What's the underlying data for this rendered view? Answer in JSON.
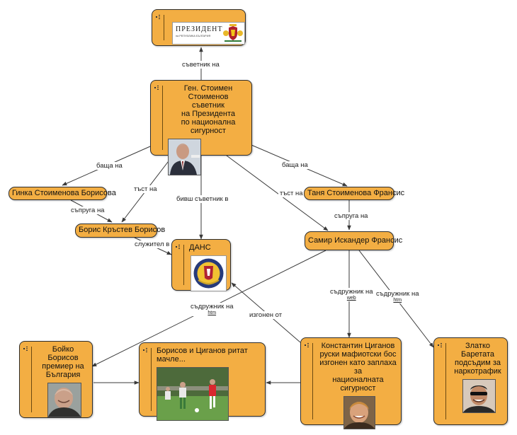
{
  "nodes": {
    "president": {
      "logo_title": "ПРЕЗИДЕНТ",
      "logo_subtitle": "на РЕПУБЛИКА БЪЛГАРИЯ"
    },
    "stoimenov": {
      "label": "Ген. Стоимен Стоименов\nсъветник\nна Президента\nпо национална сигурност"
    },
    "ginka": {
      "label": "Гинка Стоименова Борисова"
    },
    "tanya": {
      "label": "Таня Стоименова Франсис"
    },
    "boris_b": {
      "label": "Борис Кръстев Борисов"
    },
    "dans": {
      "label": "ДАНС"
    },
    "samir": {
      "label": "Самир Искандер Франсис"
    },
    "boyko": {
      "label": "Бойко Борисов\nпремиер на\nБългария"
    },
    "match": {
      "label": "Борисов и Циганов ритат мачле..."
    },
    "tsiganov": {
      "label": "Константин Циганов\nруски мафиотски бос\nизгонен като заплаха за\nнационалната сигурност"
    },
    "zlatko": {
      "label": "Златко Баретата\nподсъдим за\nнаркотрафик"
    }
  },
  "edges": {
    "advisor_of": "съветник на",
    "father_of_1": "баща на",
    "father_of_2": "баща на",
    "father_in_law_1": "тъст на",
    "father_in_law_2": "тъст на",
    "former_advisor": "бивш съветник в",
    "wife_of_1": "съпруга на",
    "wife_of_2": "съпруга на",
    "employee_in": "служител в",
    "associate_1": "съдружник на",
    "associate_1_link": "htm",
    "associate_2": "съдружник на",
    "associate_2_link": "web",
    "associate_3": "съдружник на",
    "associate_3_link": "htm",
    "expelled_from": "изгонен от"
  },
  "colors": {
    "node_fill": "#f3ae43",
    "node_border": "#2e2e2e",
    "edge": "#3a3a3a"
  }
}
